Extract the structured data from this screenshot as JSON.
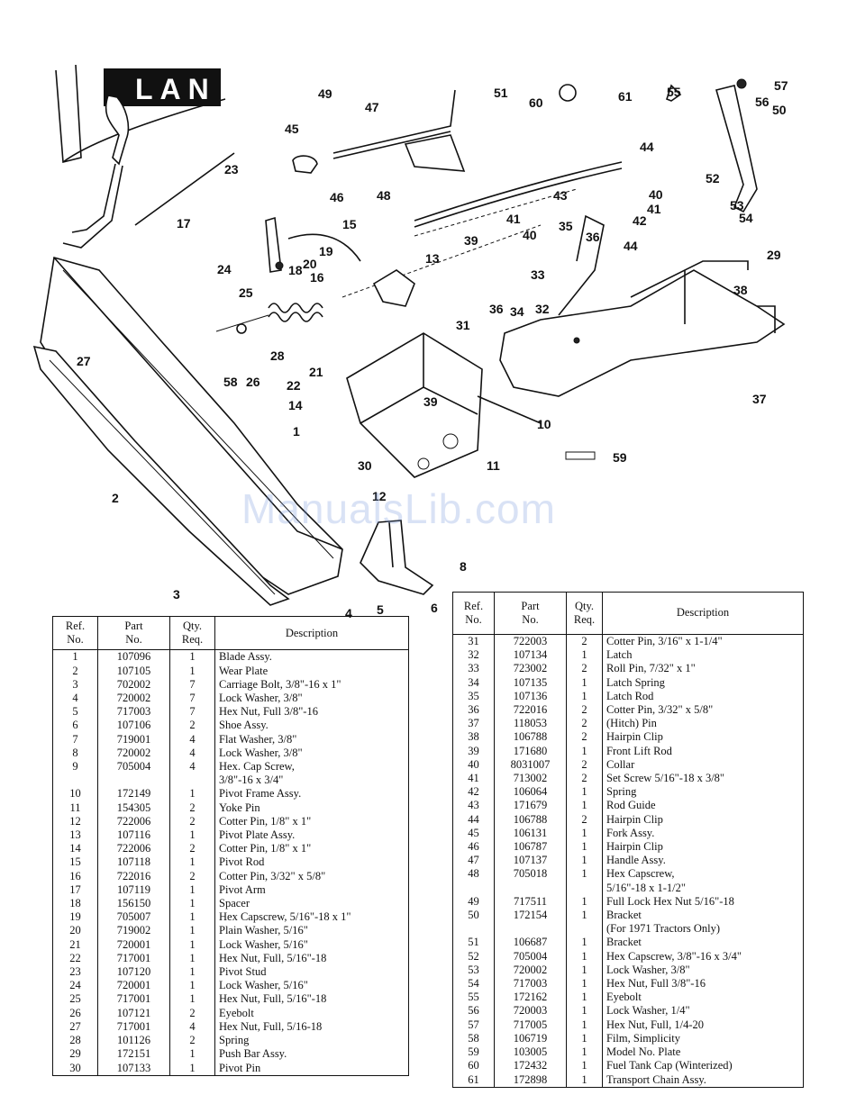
{
  "diagram": {
    "logo_text": "LAN",
    "callouts": [
      "1",
      "2",
      "3",
      "4",
      "5",
      "6",
      "8",
      "10",
      "11",
      "12",
      "13",
      "14",
      "15",
      "16",
      "17",
      "18",
      "19",
      "20",
      "21",
      "22",
      "23",
      "24",
      "25",
      "26",
      "27",
      "28",
      "29",
      "30",
      "31",
      "32",
      "33",
      "34",
      "35",
      "36",
      "36",
      "37",
      "38",
      "39",
      "39",
      "40",
      "40",
      "41",
      "41",
      "42",
      "43",
      "44",
      "44",
      "45",
      "46",
      "47",
      "48",
      "49",
      "50",
      "51",
      "52",
      "53",
      "54",
      "55",
      "56",
      "57",
      "58",
      "59",
      "60",
      "61"
    ]
  },
  "watermark": "ManualsLib.com",
  "table_headers": {
    "ref": [
      "Ref.",
      "No."
    ],
    "part": [
      "Part",
      "No."
    ],
    "qty": [
      "Qty.",
      "Req."
    ],
    "desc": "Description"
  },
  "table_left": [
    {
      "ref": "1",
      "part": "107096",
      "qty": "1",
      "desc": [
        "Blade Assy."
      ]
    },
    {
      "ref": "2",
      "part": "107105",
      "qty": "1",
      "desc": [
        "Wear Plate"
      ]
    },
    {
      "ref": "3",
      "part": "702002",
      "qty": "7",
      "desc": [
        "Carriage Bolt, 3/8\"-16 x 1\""
      ]
    },
    {
      "ref": "4",
      "part": "720002",
      "qty": "7",
      "desc": [
        "Lock Washer, 3/8\""
      ]
    },
    {
      "ref": "5",
      "part": "717003",
      "qty": "7",
      "desc": [
        "Hex Nut, Full 3/8\"-16"
      ]
    },
    {
      "ref": "6",
      "part": "107106",
      "qty": "2",
      "desc": [
        "Shoe Assy."
      ]
    },
    {
      "ref": "7",
      "part": "719001",
      "qty": "4",
      "desc": [
        "Flat Washer, 3/8\""
      ]
    },
    {
      "ref": "8",
      "part": "720002",
      "qty": "4",
      "desc": [
        "Lock Washer, 3/8\""
      ]
    },
    {
      "ref": "9",
      "part": "705004",
      "qty": "4",
      "desc": [
        "Hex. Cap Screw,",
        "3/8\"-16 x 3/4\""
      ]
    },
    {
      "ref": "10",
      "part": "172149",
      "qty": "1",
      "desc": [
        "Pivot Frame Assy."
      ]
    },
    {
      "ref": "11",
      "part": "154305",
      "qty": "2",
      "desc": [
        "Yoke Pin"
      ]
    },
    {
      "ref": "12",
      "part": "722006",
      "qty": "2",
      "desc": [
        "Cotter Pin, 1/8\" x 1\""
      ]
    },
    {
      "ref": "13",
      "part": "107116",
      "qty": "1",
      "desc": [
        "Pivot Plate Assy."
      ]
    },
    {
      "ref": "14",
      "part": "722006",
      "qty": "2",
      "desc": [
        "Cotter Pin, 1/8\" x 1\""
      ]
    },
    {
      "ref": "15",
      "part": "107118",
      "qty": "1",
      "desc": [
        "Pivot Rod"
      ]
    },
    {
      "ref": "16",
      "part": "722016",
      "qty": "2",
      "desc": [
        "Cotter Pin, 3/32\" x 5/8\""
      ]
    },
    {
      "ref": "17",
      "part": "107119",
      "qty": "1",
      "desc": [
        "Pivot Arm"
      ]
    },
    {
      "ref": "18",
      "part": "156150",
      "qty": "1",
      "desc": [
        "Spacer"
      ]
    },
    {
      "ref": "19",
      "part": "705007",
      "qty": "1",
      "desc": [
        "Hex Capscrew, 5/16\"-18 x 1\""
      ]
    },
    {
      "ref": "20",
      "part": "719002",
      "qty": "1",
      "desc": [
        "Plain Washer, 5/16\""
      ]
    },
    {
      "ref": "21",
      "part": "720001",
      "qty": "1",
      "desc": [
        "Lock Washer, 5/16\""
      ]
    },
    {
      "ref": "22",
      "part": "717001",
      "qty": "1",
      "desc": [
        "Hex Nut, Full, 5/16\"-18"
      ]
    },
    {
      "ref": "23",
      "part": "107120",
      "qty": "1",
      "desc": [
        "Pivot Stud"
      ]
    },
    {
      "ref": "24",
      "part": "720001",
      "qty": "1",
      "desc": [
        "Lock Washer, 5/16\""
      ]
    },
    {
      "ref": "25",
      "part": "717001",
      "qty": "1",
      "desc": [
        "Hex Nut, Full, 5/16\"-18"
      ]
    },
    {
      "ref": "26",
      "part": "107121",
      "qty": "2",
      "desc": [
        "Eyebolt"
      ]
    },
    {
      "ref": "27",
      "part": "717001",
      "qty": "4",
      "desc": [
        "Hex Nut, Full, 5/16-18"
      ]
    },
    {
      "ref": "28",
      "part": "101126",
      "qty": "2",
      "desc": [
        "Spring"
      ]
    },
    {
      "ref": "29",
      "part": "172151",
      "qty": "1",
      "desc": [
        "Push Bar Assy."
      ]
    },
    {
      "ref": "30",
      "part": "107133",
      "qty": "1",
      "desc": [
        "Pivot Pin"
      ]
    }
  ],
  "table_right": [
    {
      "ref": "31",
      "part": "722003",
      "qty": "2",
      "desc": [
        "Cotter Pin, 3/16\" x 1-1/4\""
      ]
    },
    {
      "ref": "32",
      "part": "107134",
      "qty": "1",
      "desc": [
        "Latch"
      ]
    },
    {
      "ref": "33",
      "part": "723002",
      "qty": "2",
      "desc": [
        "Roll Pin, 7/32\" x 1\""
      ]
    },
    {
      "ref": "34",
      "part": "107135",
      "qty": "1",
      "desc": [
        "Latch Spring"
      ]
    },
    {
      "ref": "35",
      "part": "107136",
      "qty": "1",
      "desc": [
        "Latch Rod"
      ]
    },
    {
      "ref": "36",
      "part": "722016",
      "qty": "2",
      "desc": [
        "Cotter Pin, 3/32\" x 5/8\""
      ]
    },
    {
      "ref": "37",
      "part": "118053",
      "qty": "2",
      "desc": [
        "(Hitch) Pin"
      ]
    },
    {
      "ref": "38",
      "part": "106788",
      "qty": "2",
      "desc": [
        "Hairpin Clip"
      ]
    },
    {
      "ref": "39",
      "part": "171680",
      "qty": "1",
      "desc": [
        "Front Lift Rod"
      ]
    },
    {
      "ref": "40",
      "part": "8031007",
      "qty": "2",
      "desc": [
        "Collar"
      ]
    },
    {
      "ref": "41",
      "part": "713002",
      "qty": "2",
      "desc": [
        "Set Screw 5/16\"-18 x 3/8\""
      ]
    },
    {
      "ref": "42",
      "part": "106064",
      "qty": "1",
      "desc": [
        "Spring"
      ]
    },
    {
      "ref": "43",
      "part": "171679",
      "qty": "1",
      "desc": [
        "Rod Guide"
      ]
    },
    {
      "ref": "44",
      "part": "106788",
      "qty": "2",
      "desc": [
        "Hairpin Clip"
      ]
    },
    {
      "ref": "45",
      "part": "106131",
      "qty": "1",
      "desc": [
        "Fork Assy."
      ]
    },
    {
      "ref": "46",
      "part": "106787",
      "qty": "1",
      "desc": [
        "Hairpin Clip"
      ]
    },
    {
      "ref": "47",
      "part": "107137",
      "qty": "1",
      "desc": [
        "Handle Assy."
      ]
    },
    {
      "ref": "48",
      "part": "705018",
      "qty": "1",
      "desc": [
        "Hex Capscrew,",
        "5/16\"-18 x 1-1/2\""
      ]
    },
    {
      "ref": "49",
      "part": "717511",
      "qty": "1",
      "desc": [
        "Full Lock Hex Nut 5/16\"-18"
      ]
    },
    {
      "ref": "50",
      "part": "172154",
      "qty": "1",
      "desc": [
        "Bracket",
        "(For 1971 Tractors Only)"
      ]
    },
    {
      "ref": "51",
      "part": "106687",
      "qty": "1",
      "desc": [
        "Bracket"
      ]
    },
    {
      "ref": "52",
      "part": "705004",
      "qty": "1",
      "desc": [
        "Hex Capscrew, 3/8\"-16 x 3/4\""
      ]
    },
    {
      "ref": "53",
      "part": "720002",
      "qty": "1",
      "desc": [
        "Lock Washer, 3/8\""
      ]
    },
    {
      "ref": "54",
      "part": "717003",
      "qty": "1",
      "desc": [
        "Hex Nut, Full 3/8\"-16"
      ]
    },
    {
      "ref": "55",
      "part": "172162",
      "qty": "1",
      "desc": [
        "Eyebolt"
      ]
    },
    {
      "ref": "56",
      "part": "720003",
      "qty": "1",
      "desc": [
        "Lock Washer, 1/4\""
      ]
    },
    {
      "ref": "57",
      "part": "717005",
      "qty": "1",
      "desc": [
        "Hex Nut, Full, 1/4-20"
      ]
    },
    {
      "ref": "58",
      "part": "106719",
      "qty": "1",
      "desc": [
        "Film, Simplicity"
      ]
    },
    {
      "ref": "59",
      "part": "103005",
      "qty": "1",
      "desc": [
        "Model No. Plate"
      ]
    },
    {
      "ref": "60",
      "part": "172432",
      "qty": "1",
      "desc": [
        "Fuel Tank Cap (Winterized)"
      ]
    },
    {
      "ref": "61",
      "part": "172898",
      "qty": "1",
      "desc": [
        "Transport Chain Assy."
      ]
    }
  ]
}
